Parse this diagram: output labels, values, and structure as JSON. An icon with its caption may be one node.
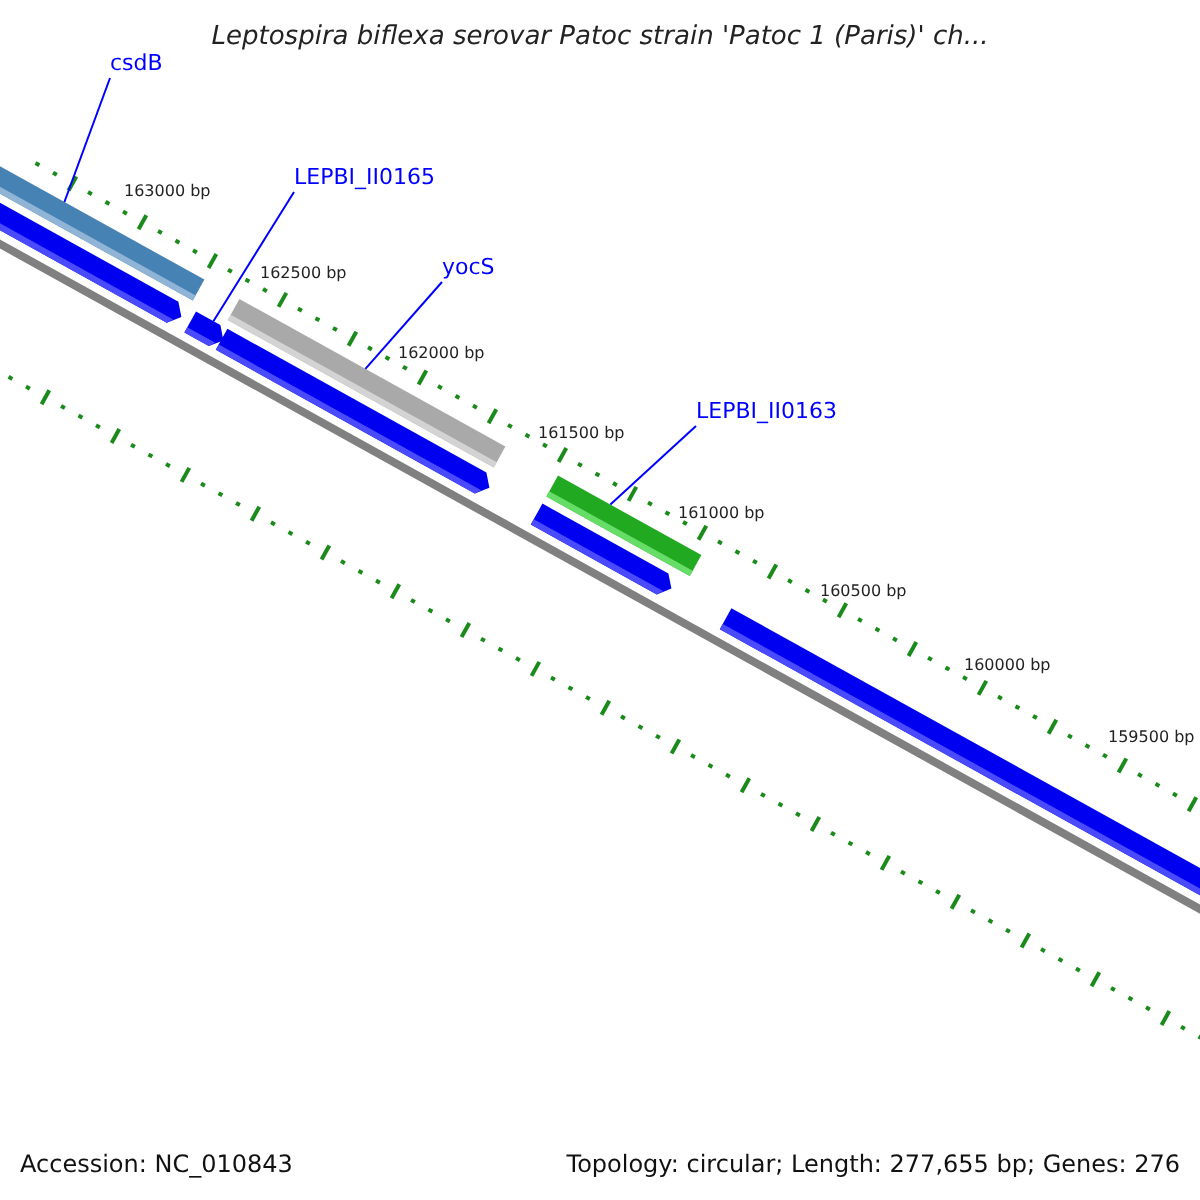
{
  "diagram": {
    "title": "Leptospira biflexa serovar Patoc strain 'Patoc 1 (Paris)' ch...",
    "nodes": [
      {
        "text": [
          "csdB"
        ]
      },
      {
        "text": [],
        "shape": "bar"
      },
      {
        "text": [
          "LEPBI_II0165"
        ]
      },
      {
        "text": [],
        "shape": "bar"
      },
      {
        "text": [
          "yocS"
        ]
      },
      {
        "text": [],
        "shape": "bar"
      },
      {
        "text": [
          "LEPBI_II0163"
        ]
      },
      {
        "text": [],
        "shape": "bar"
      }
    ],
    "edges": [
      {
        "from": 0,
        "to": 1,
        "arrow": "none"
      },
      {
        "from": 2,
        "to": 3,
        "arrow": "none"
      },
      {
        "from": 4,
        "to": 5,
        "arrow": "none"
      },
      {
        "from": 6,
        "to": 7,
        "arrow": "none"
      }
    ],
    "labels": [
      "163000 bp",
      "162500 bp",
      "162000 bp",
      "161500 bp",
      "161000 bp",
      "160500 bp",
      "160000 bp",
      "159500 bp",
      "Accession: NC_010843",
      "Topology: circular; Length: 277,655 bp; Genes: 276"
    ]
  }
}
